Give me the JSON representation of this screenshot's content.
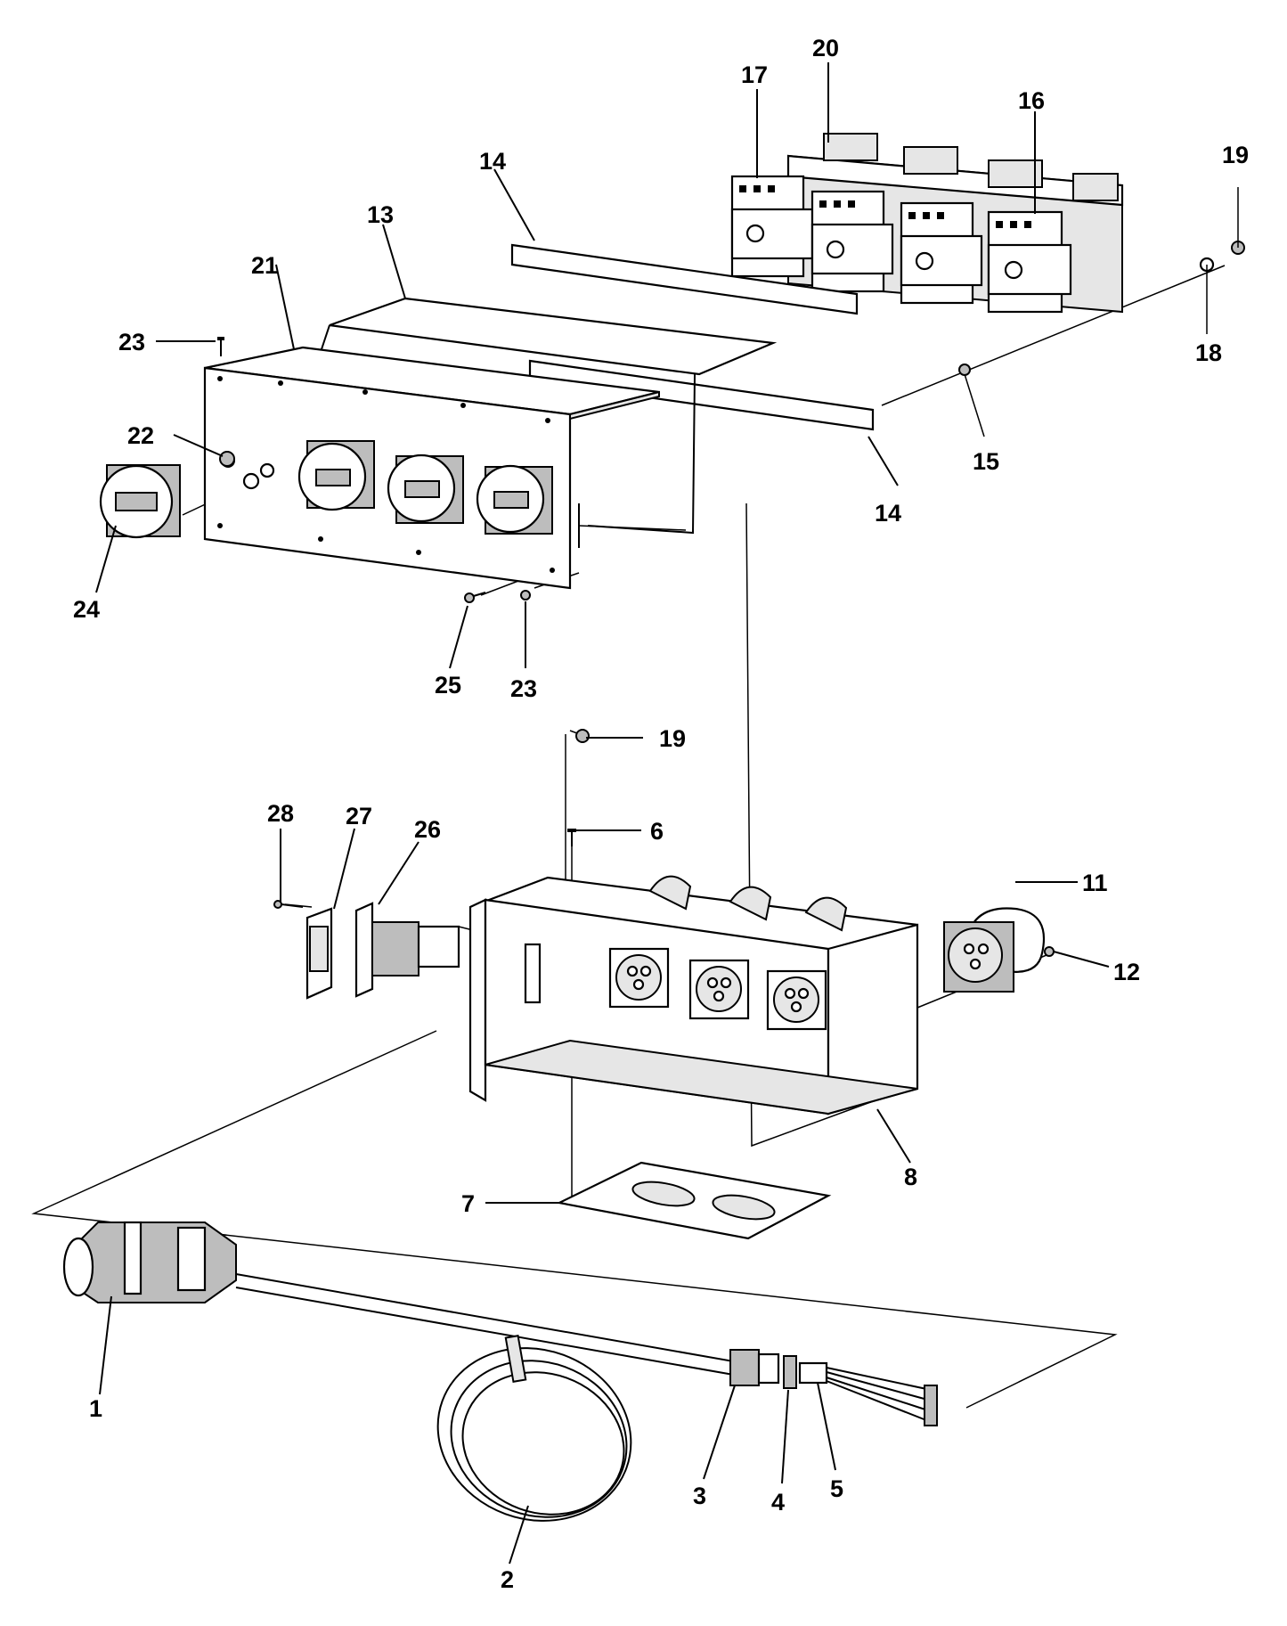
{
  "callouts": [
    {
      "id": "1",
      "text": "1"
    },
    {
      "id": "2",
      "text": "2"
    },
    {
      "id": "3",
      "text": "3"
    },
    {
      "id": "4",
      "text": "4"
    },
    {
      "id": "5",
      "text": "5"
    },
    {
      "id": "6",
      "text": "6"
    },
    {
      "id": "7",
      "text": "7"
    },
    {
      "id": "8",
      "text": "8"
    },
    {
      "id": "11",
      "text": "11"
    },
    {
      "id": "12",
      "text": "12"
    },
    {
      "id": "13",
      "text": "13"
    },
    {
      "id": "14a",
      "text": "14"
    },
    {
      "id": "14b",
      "text": "14"
    },
    {
      "id": "15",
      "text": "15"
    },
    {
      "id": "16",
      "text": "16"
    },
    {
      "id": "17",
      "text": "17"
    },
    {
      "id": "18",
      "text": "18"
    },
    {
      "id": "19a",
      "text": "19"
    },
    {
      "id": "19b",
      "text": "19"
    },
    {
      "id": "20",
      "text": "20"
    },
    {
      "id": "21",
      "text": "21"
    },
    {
      "id": "22",
      "text": "22"
    },
    {
      "id": "23a",
      "text": "23"
    },
    {
      "id": "23b",
      "text": "23"
    },
    {
      "id": "24",
      "text": "24"
    },
    {
      "id": "25",
      "text": "25"
    },
    {
      "id": "26",
      "text": "26"
    },
    {
      "id": "27",
      "text": "27"
    },
    {
      "id": "28",
      "text": "28"
    }
  ]
}
